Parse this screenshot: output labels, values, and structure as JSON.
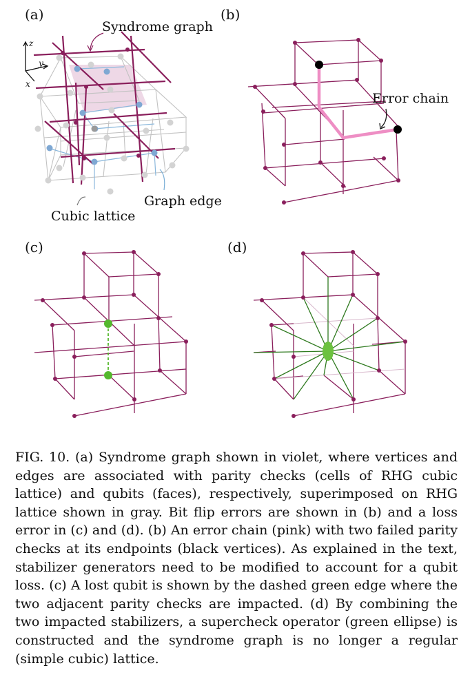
{
  "panels": {
    "a": {
      "label": "(a)",
      "syndrome_graph_label": "Syndrome graph",
      "graph_edge_label": "Graph edge",
      "cubic_lattice_label": "Cubic lattice",
      "axis_z": "z",
      "axis_y": "y",
      "axis_x": "x"
    },
    "b": {
      "label": "(b)",
      "error_chain_label": "Error chain"
    },
    "c": {
      "label": "(c)"
    },
    "d": {
      "label": "(d)"
    }
  },
  "colors": {
    "violet": "#8a1f5c",
    "pink": "#ee8ec4",
    "green": "#55b82e",
    "dark_green": "#2f7a1f",
    "gray_lattice": "#b8b8b8",
    "blue_edge": "#7aaed6"
  },
  "caption": {
    "lead": "FIG. 10.",
    "text": " (a) Syndrome graph shown in violet, where vertices and edges are associated with parity checks (cells of RHG cubic lattice) and qubits (faces), respectively, superimposed on RHG lattice shown in gray. Bit flip errors are shown in (b) and a loss error in (c) and (d). (b) An error chain (pink) with two failed parity checks at its endpoints (black vertices). As explained in the text, stabilizer generators need to be modified to account for a qubit loss. (c) A lost qubit is shown by the dashed green edge where the two adjacent parity checks are impacted. (d) By combining the two impacted stabilizers, a supercheck operator (green ellipse) is constructed and the syndrome graph is no longer a regular (simple cubic) lattice."
  }
}
